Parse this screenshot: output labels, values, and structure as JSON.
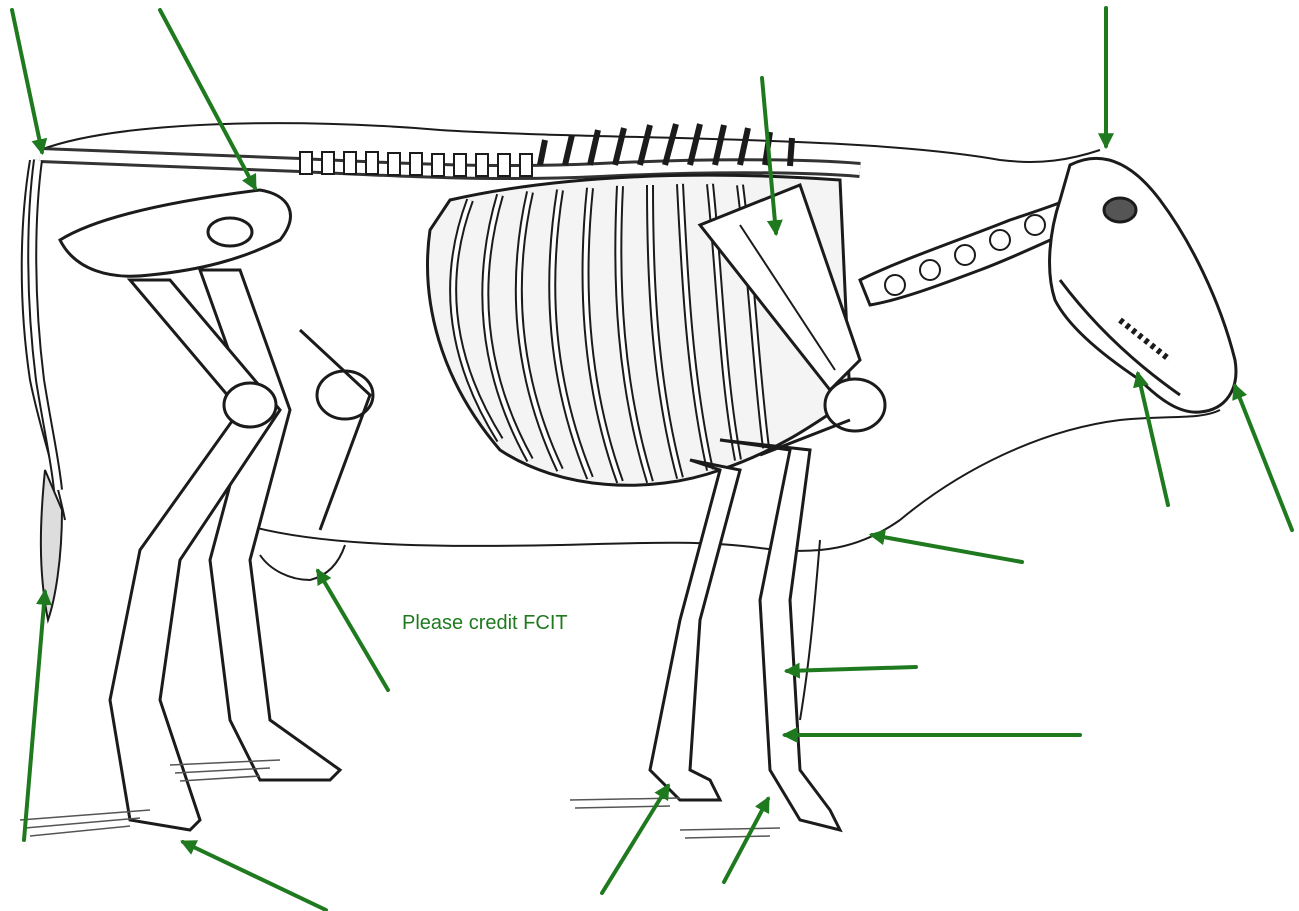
{
  "credit_text": "Please credit FCIT",
  "colors": {
    "arrow": "#1f7a1f",
    "ink": "#1b1b1b",
    "bone": "#ffffff",
    "shade": "#555555",
    "background": "#ffffff"
  },
  "arrows": [
    {
      "id": "arrow-tail-base"
    },
    {
      "id": "arrow-pelvis"
    },
    {
      "id": "arrow-scapula"
    },
    {
      "id": "arrow-poll"
    },
    {
      "id": "arrow-mandible"
    },
    {
      "id": "arrow-muzzle"
    },
    {
      "id": "arrow-brisket"
    },
    {
      "id": "arrow-udder"
    },
    {
      "id": "arrow-switch"
    },
    {
      "id": "arrow-hind-hoof"
    },
    {
      "id": "arrow-fore-hoof-left"
    },
    {
      "id": "arrow-fore-hoof-right"
    },
    {
      "id": "arrow-fore-knee"
    },
    {
      "id": "arrow-fore-cannon"
    }
  ]
}
